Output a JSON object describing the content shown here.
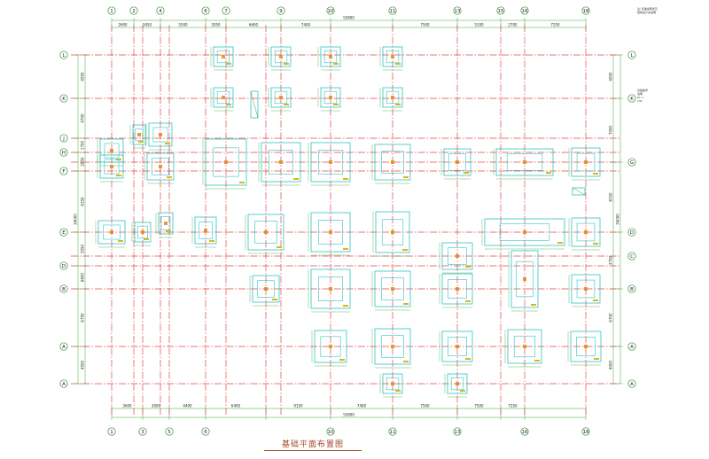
{
  "drawing": {
    "title": "基础平面布置图",
    "top_axis_labels": [
      "1",
      "2",
      "4",
      "6",
      "7",
      "9",
      "10",
      "11",
      "13",
      "15",
      "16",
      "18"
    ],
    "bottom_axis_labels": [
      "1",
      "3",
      "5",
      "6",
      "",
      "10",
      "11",
      "13",
      "",
      "16",
      "18"
    ],
    "left_axis_labels": [
      "L",
      "K",
      "J",
      "H",
      "F",
      "E",
      "D",
      "B",
      "A",
      "A"
    ],
    "right_axis_labels": [
      "L",
      "K",
      "G",
      "D",
      "C",
      "B",
      "A",
      "A"
    ],
    "top_dims": [
      "2600",
      "3450",
      "5500",
      "3050",
      "6600",
      "7400",
      "",
      "7500",
      "5100",
      "2700",
      "7250"
    ],
    "top_overall": "55800",
    "bottom_dims": [
      "3600",
      "3000",
      "4400",
      "6400",
      "9150",
      "7400",
      "7500",
      "7500",
      "7250"
    ],
    "bottom_overall": "55800",
    "left_dims": [
      "4550",
      "4700",
      "1700",
      "2850",
      "6150",
      "3550",
      "6600",
      "6750",
      "4500"
    ],
    "left_overall": "34000",
    "right_dims": [
      "4050",
      "7000",
      "8150",
      "3750",
      "6700",
      "4000"
    ],
    "right_overall": "34000",
    "notes": [
      "注:基础说明详见",
      "结构设计总说明"
    ],
    "side_notes": [
      "基础编号",
      "说明",
      "DJ-1",
      "C30"
    ]
  },
  "colors": {
    "axis": "#e04848",
    "footing": "#2fc4c4",
    "dim": "#3aa83a",
    "bubble": "#2f8a2f",
    "column": "#e08a1a",
    "accent": "#e0b418",
    "text": "#222222"
  }
}
